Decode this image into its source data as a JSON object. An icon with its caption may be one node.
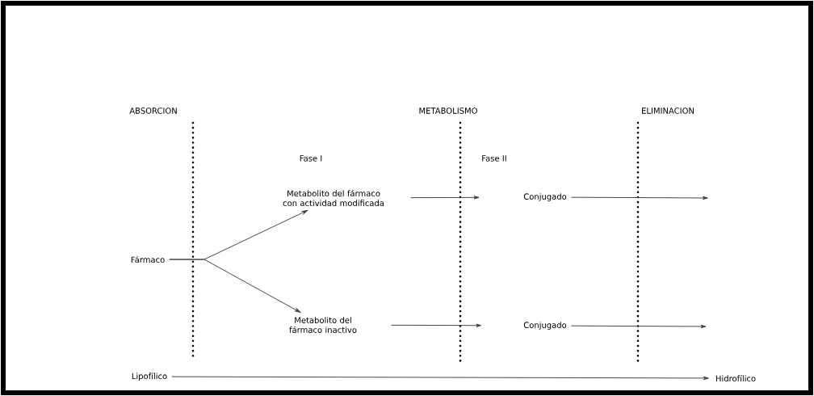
{
  "diagram": {
    "nodes": [
      {
        "text": [
          "Fármaco"
        ]
      },
      {
        "text": [
          "Metabolito del fármaco con actividad modificada"
        ]
      },
      {
        "text": [
          "Metabolito del fármaco inactivo"
        ]
      },
      {
        "text": [
          "Conjugado"
        ]
      },
      {
        "text": [
          "Conjugado"
        ]
      },
      {
        "text": [
          "Lipofílico"
        ]
      },
      {
        "text": [
          "Hidrofílico"
        ]
      }
    ],
    "edges": [
      {
        "from": 0,
        "to": 1,
        "arrow": "to"
      },
      {
        "from": 0,
        "to": 2,
        "arrow": "to"
      },
      {
        "from": 1,
        "to": 3,
        "arrow": "to"
      },
      {
        "from": 2,
        "to": 4,
        "arrow": "to"
      },
      {
        "from": 3,
        "to": null,
        "arrow": "to"
      },
      {
        "from": 4,
        "to": null,
        "arrow": "to"
      },
      {
        "from": 5,
        "to": 6,
        "arrow": "to"
      }
    ],
    "labels": [
      "ABSORCION",
      "METABOLISMO",
      "ELIMINACION",
      "Fase I",
      "Fase II"
    ]
  }
}
